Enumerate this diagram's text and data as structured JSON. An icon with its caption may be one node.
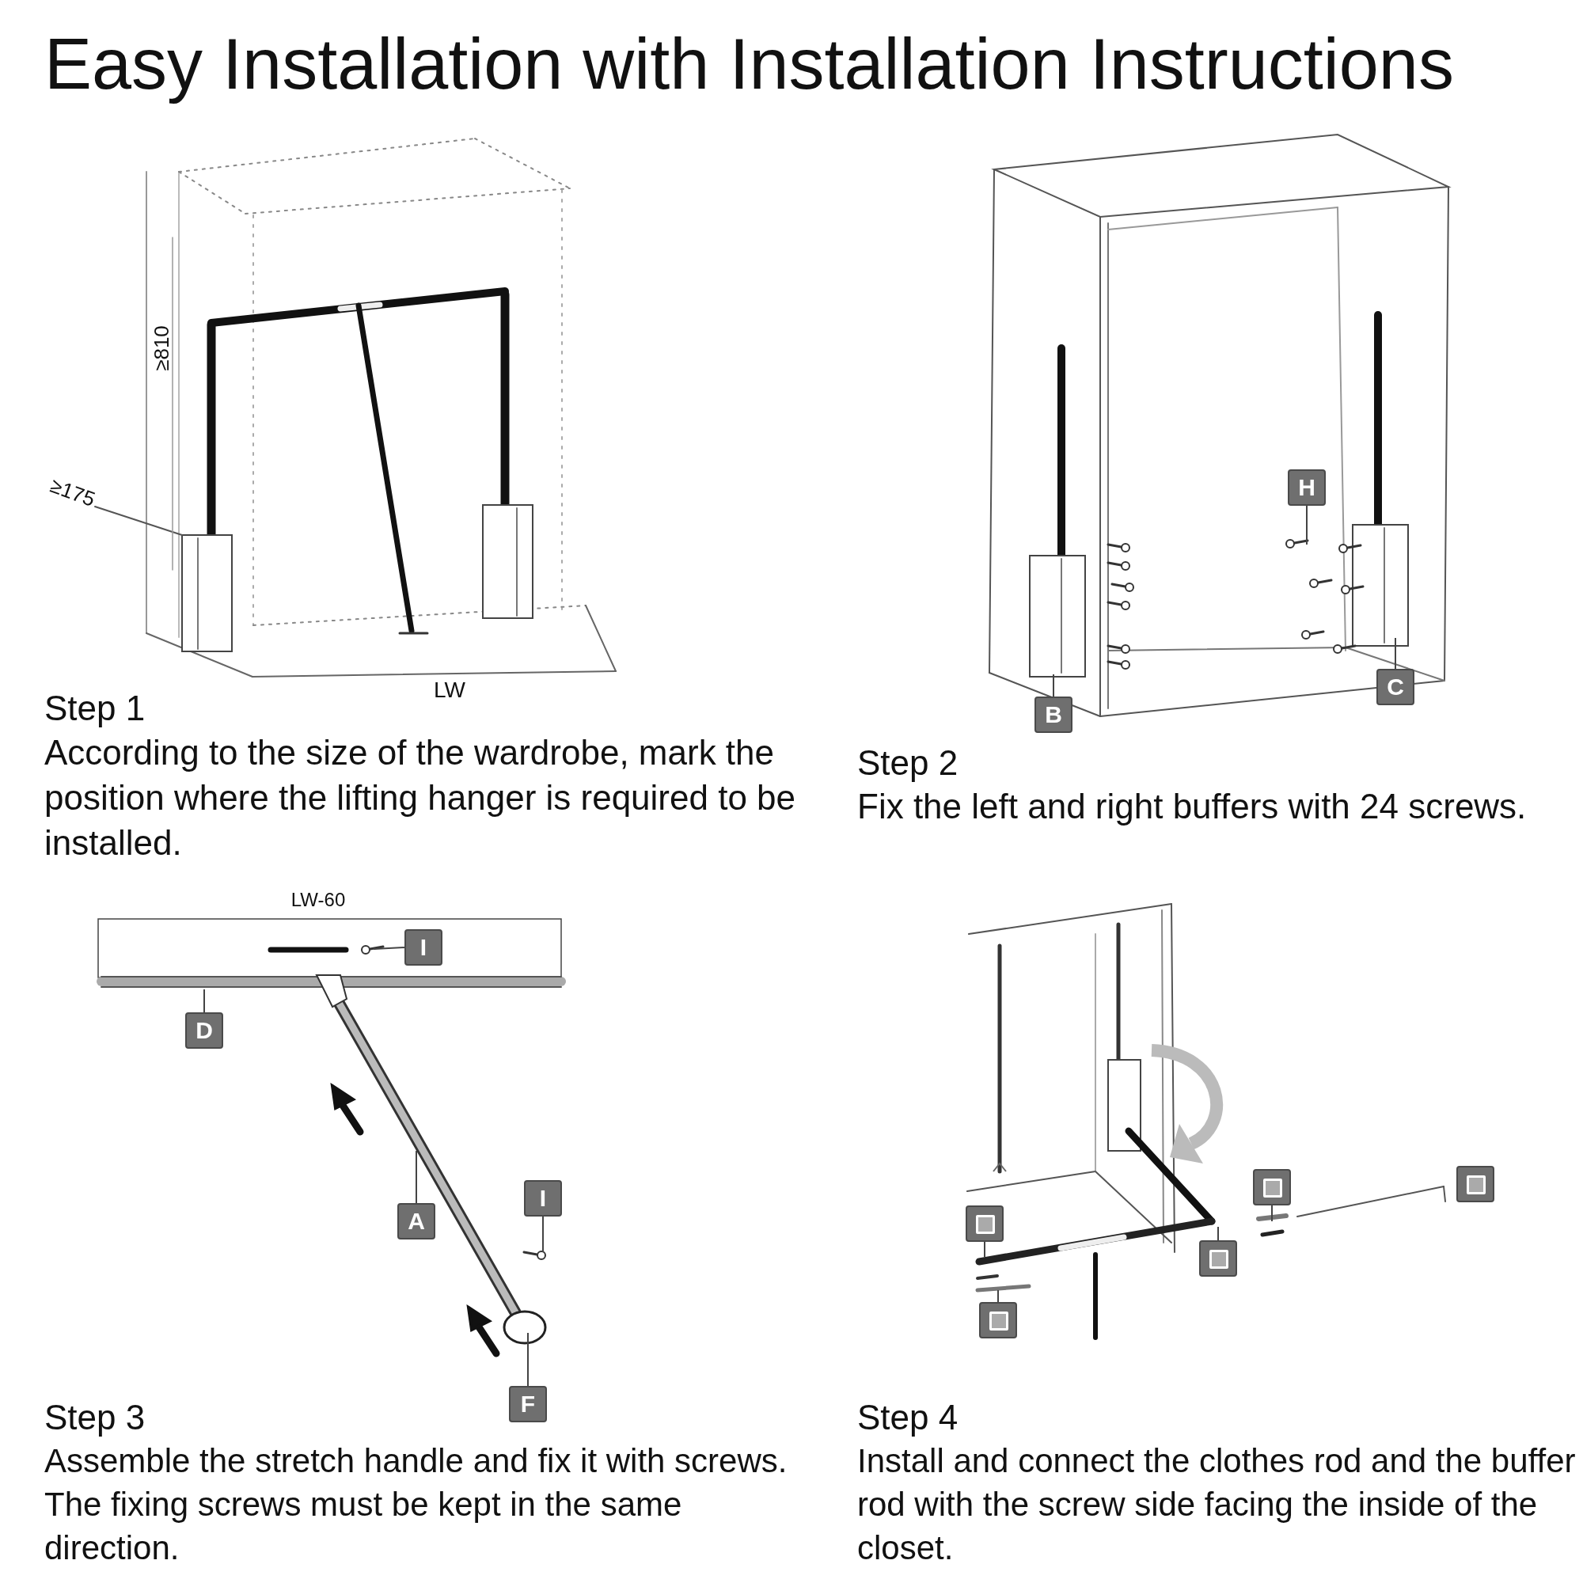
{
  "diagram": {
    "title": "Easy Installation with Installation Instructions",
    "nodes": [
      {
        "text": [
          "H"
        ]
      },
      {
        "text": [
          "C"
        ]
      },
      {
        "text": [
          "B"
        ]
      },
      {
        "text": [
          "I"
        ]
      },
      {
        "text": [
          "D"
        ]
      },
      {
        "text": [
          "I"
        ]
      },
      {
        "text": [
          "A"
        ]
      },
      {
        "text": [
          "F"
        ]
      },
      {
        "text": [],
        "shape": "box"
      },
      {
        "text": [],
        "shape": "box"
      },
      {
        "text": [],
        "shape": "box"
      },
      {
        "text": [],
        "shape": "box"
      },
      {
        "text": [],
        "shape": "box"
      }
    ],
    "edges": [
      {
        "from": 0,
        "to": null,
        "arrow": "none"
      },
      {
        "from": 1,
        "to": null,
        "arrow": "none"
      },
      {
        "from": 2,
        "to": null,
        "arrow": "none"
      },
      {
        "from": 3,
        "to": null,
        "arrow": "none"
      },
      {
        "from": 4,
        "to": null,
        "arrow": "none"
      },
      {
        "from": 5,
        "to": null,
        "arrow": "none"
      },
      {
        "from": 6,
        "to": null,
        "arrow": "none"
      },
      {
        "from": 7,
        "to": null,
        "arrow": "none"
      },
      {
        "from": 8,
        "to": null,
        "arrow": "none"
      },
      {
        "from": 9,
        "to": null,
        "arrow": "none"
      },
      {
        "from": 10,
        "to": null,
        "arrow": "none"
      },
      {
        "from": 11,
        "to": null,
        "arrow": "none"
      }
    ],
    "labels": [
      "≥810",
      "≥175",
      "LW",
      "Step 1",
      "According to the size of the wardrobe, mark the position where the lifting hanger is required to be installed.",
      "Step 2",
      "Fix the left and right buffers with 24 screws.",
      "LW-60",
      "Step 3",
      "Assemble the stretch handle and fix it with screws. The fixing screws must be kept in the same direction.",
      "Step 4",
      "Install and connect the clothes rod and the buffer rod with the screw side facing the inside of the closet."
    ]
  }
}
